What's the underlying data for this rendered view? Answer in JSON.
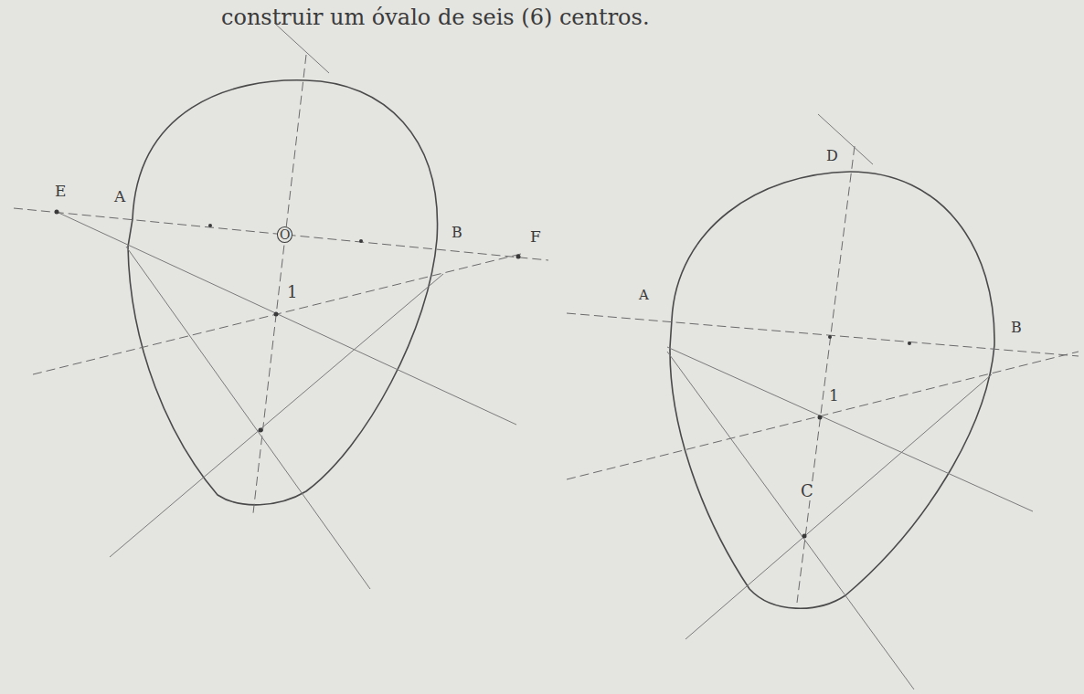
{
  "diagram": {
    "labels": [
      "construir um óvalo de seis (6) centros.",
      "E",
      "A",
      "O",
      "B",
      "1",
      "F",
      "D",
      "A",
      "B",
      "1",
      "C"
    ]
  }
}
